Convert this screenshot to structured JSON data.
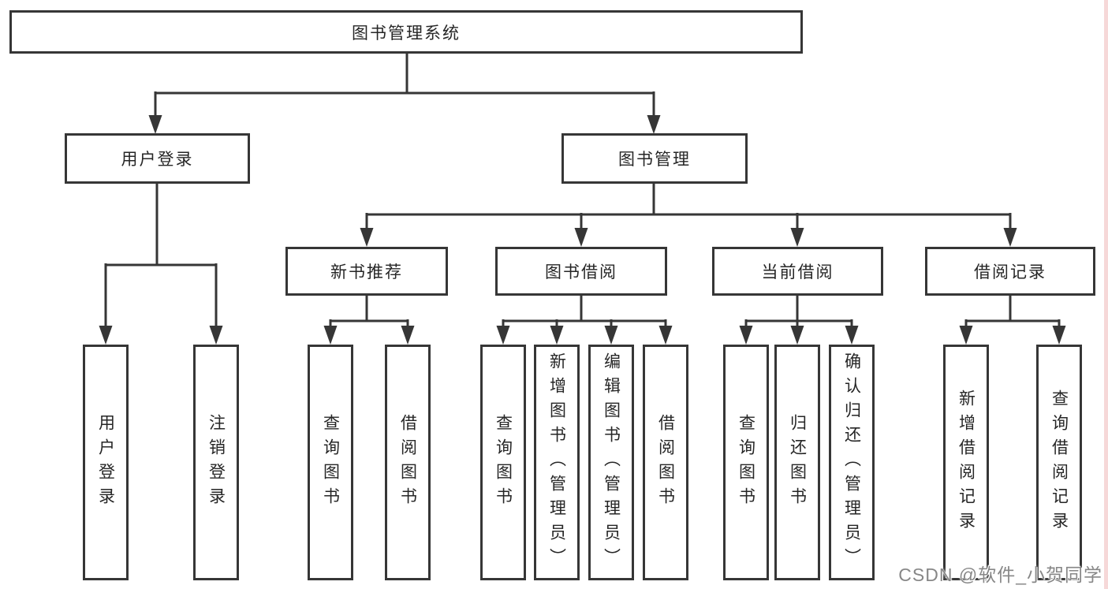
{
  "diagram_title": "图书管理系统",
  "tree": {
    "label": "图书管理系统",
    "children": [
      {
        "label": "用户登录",
        "children": [
          {
            "label": "用户登录"
          },
          {
            "label": "注销登录"
          }
        ]
      },
      {
        "label": "图书管理",
        "children": [
          {
            "label": "新书推荐",
            "children": [
              {
                "label": "查询图书"
              },
              {
                "label": "借阅图书"
              }
            ]
          },
          {
            "label": "图书借阅",
            "children": [
              {
                "label": "查询图书"
              },
              {
                "label": "新增图书（管理员）"
              },
              {
                "label": "编辑图书（管理员）"
              },
              {
                "label": "借阅图书"
              }
            ]
          },
          {
            "label": "当前借阅",
            "children": [
              {
                "label": "查询图书"
              },
              {
                "label": "归还图书"
              },
              {
                "label": "确认归还（管理员）"
              }
            ]
          },
          {
            "label": "借阅记录",
            "children": [
              {
                "label": "新增借阅记录"
              },
              {
                "label": "查询借阅记录"
              }
            ]
          }
        ]
      }
    ]
  },
  "watermark": {
    "text": "CSDN @软件_小贺同学"
  },
  "colors": {
    "line": "#363636",
    "box_border": "#363636",
    "text": "#262626",
    "watermark": "#7d7d7d",
    "background": "#ffffff",
    "right_edge_strip": "#f6d8d8"
  }
}
